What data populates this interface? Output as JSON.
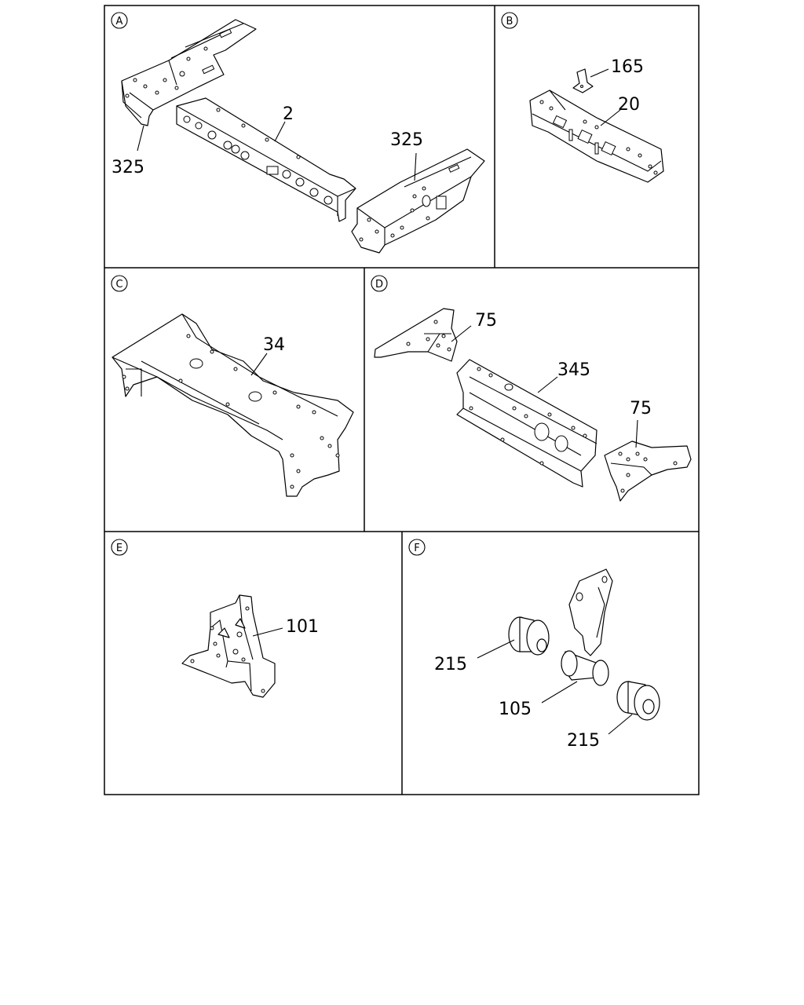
{
  "sections": [
    {
      "id": "A",
      "letter": "A",
      "callouts": [
        "325",
        "2",
        "325"
      ]
    },
    {
      "id": "B",
      "letter": "B",
      "callouts": [
        "165",
        "20"
      ]
    },
    {
      "id": "C",
      "letter": "C",
      "callouts": [
        "34"
      ]
    },
    {
      "id": "D",
      "letter": "D",
      "callouts": [
        "75",
        "345",
        "75"
      ]
    },
    {
      "id": "E",
      "letter": "E",
      "callouts": [
        "101"
      ]
    },
    {
      "id": "F",
      "letter": "F",
      "callouts": [
        "215",
        "105",
        "215"
      ]
    }
  ]
}
